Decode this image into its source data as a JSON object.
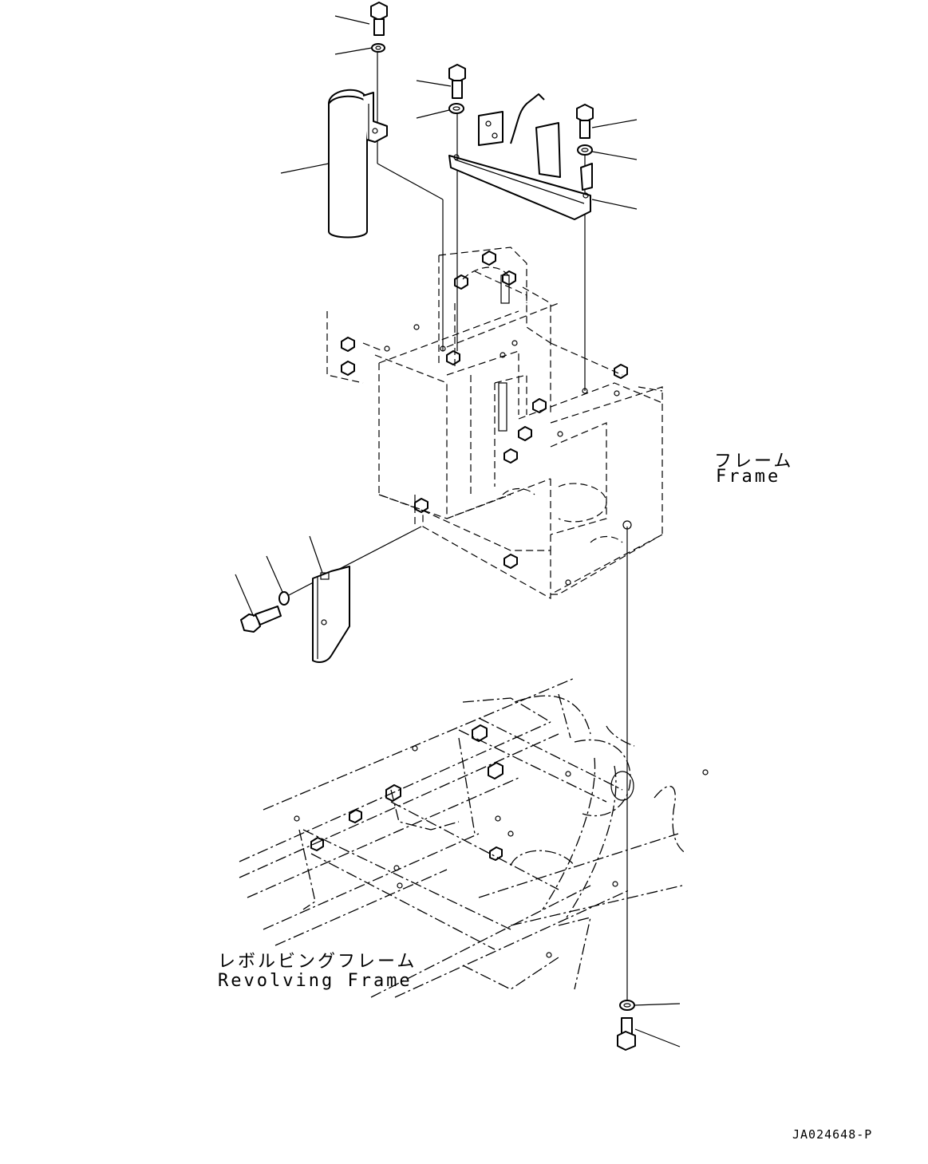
{
  "labels": {
    "frame_jp": "フレーム",
    "frame_en": "Frame",
    "revolving_jp": "レボルビングフレーム",
    "revolving_en": "Revolving Frame",
    "drawing_code": "JA024648-P"
  }
}
